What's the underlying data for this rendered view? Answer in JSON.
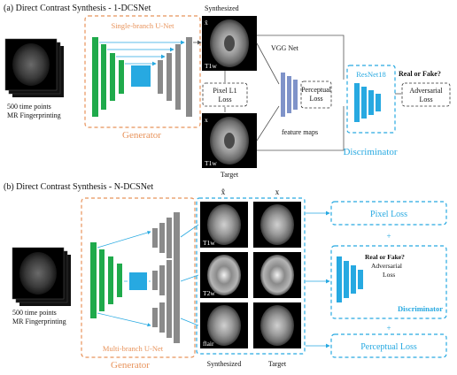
{
  "panel_a": {
    "title": "(a) Direct Contrast Synthesis - 1-DCSNet",
    "input_caption_line1": "500 time points",
    "input_caption_line2": "MR Fingerprinting",
    "unet_label": "Single-branch U-Net",
    "generator_label": "Generator",
    "synth_header": "Synthesized",
    "synth_symbol": "x̂",
    "synth_contrast": "T1w",
    "pixel_loss_line1": "Pixel L1",
    "pixel_loss_line2": "Loss",
    "target_symbol": "x",
    "target_contrast": "T1w",
    "target_caption": "Target",
    "vgg_label": "VGG Net",
    "perceptual_line1": "Perceptual",
    "perceptual_line2": "Loss",
    "feature_maps": "feature maps",
    "resnet_label": "ResNet18",
    "real_fake": "Real or Fake?",
    "adv_line1": "Adversarial",
    "adv_line2": "Loss",
    "discriminator_label": "Discriminator"
  },
  "panel_b": {
    "title": "(b) Direct Contrast Synthesis - N-DCSNet",
    "input_caption_line1": "500 time points",
    "input_caption_line2": "MR Fingerprinting",
    "unet_label": "Multi-branch U-Net",
    "generator_label": "Generator",
    "col_synth_symbol": "x̂",
    "col_target_symbol": "x",
    "row_labels": [
      "T1w",
      "T2w",
      "flair"
    ],
    "synth_caption": "Synthesized",
    "target_caption": "Target",
    "pixel_loss": "Pixel Loss",
    "plus1": "+",
    "real_fake_line1": "Real or Fake?",
    "real_fake_line2": "Adversarial",
    "real_fake_line3": "Loss",
    "discriminator_label": "Discriminator",
    "plus2": "+",
    "perceptual_loss": "Perceptual Loss"
  },
  "colors": {
    "orange": "#e8935b",
    "blue": "#27a9e1",
    "green": "#1faa4b",
    "vgg": "#7f93c9",
    "gray": "#8a8a8a"
  }
}
